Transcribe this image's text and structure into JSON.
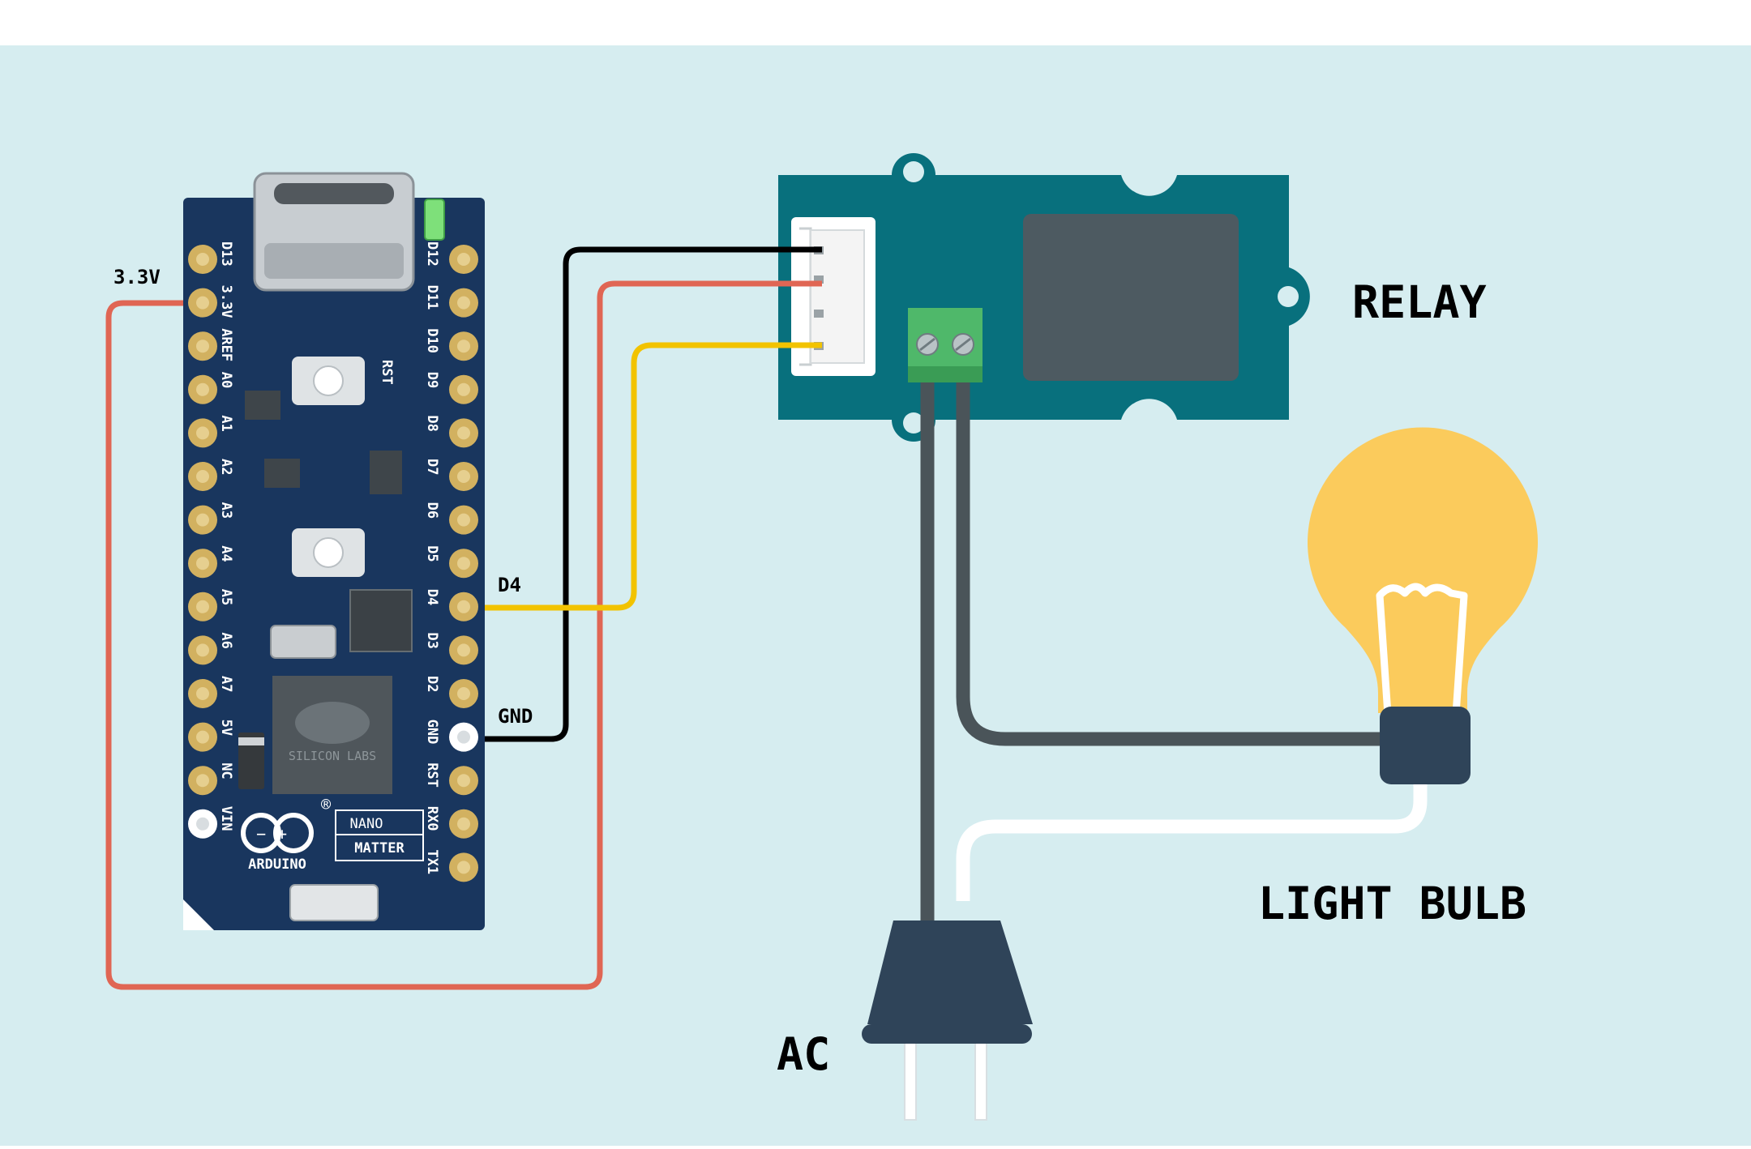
{
  "colors": {
    "background": "#d6edf0",
    "top_strip": "#ffffff",
    "board": "#19365e",
    "relay_board": "#08707d",
    "relay_chip": "#4d5a61",
    "connector": "#ffffff",
    "terminal_block": "#4fb86a",
    "wire_red": "#e06654",
    "wire_black": "#000000",
    "wire_yellow": "#f2c300",
    "cable_dark": "#4a5459",
    "cable_white": "#ffffff",
    "plug": "#2f4459",
    "bulb_glass": "#fbcb5c",
    "bulb_base": "#2f4459",
    "pin_gold": "#d2b160"
  },
  "labels": {
    "relay": "RELAY",
    "light_bulb": "LIGHT BULB",
    "ac": "AC",
    "pin_3v3": "3.3V",
    "pin_d4": "D4",
    "pin_gnd": "GND"
  },
  "board": {
    "left_pins": [
      "D13",
      "3.3V",
      "AREF",
      "A0",
      "A1",
      "A2",
      "A3",
      "A4",
      "A5",
      "A6",
      "A7",
      "5V",
      "NC",
      "VIN"
    ],
    "right_pins": [
      "D12",
      "D11",
      "D10",
      "D9",
      "D8",
      "D7",
      "D6",
      "D5",
      "D4",
      "D3",
      "D2",
      "GND",
      "RST",
      "RX0",
      "TX1"
    ],
    "reset_label": "RST",
    "chip_brand": "SILICON LABS",
    "logo_text": "ARDUINO",
    "model_line1": "NANO",
    "model_line2": "MATTER",
    "registered_mark": "®",
    "logo_glyphs": "−+"
  }
}
